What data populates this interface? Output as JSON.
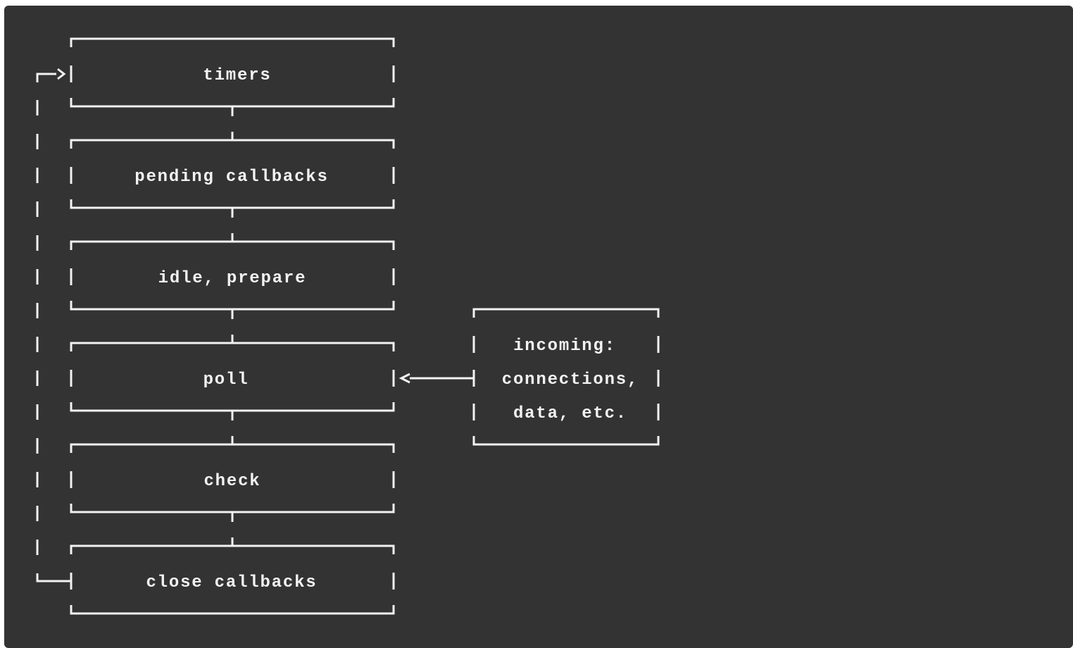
{
  "diagram": {
    "phases": [
      {
        "label": "timers"
      },
      {
        "label": "pending callbacks"
      },
      {
        "label": "idle, prepare"
      },
      {
        "label": "poll"
      },
      {
        "label": "check"
      },
      {
        "label": "close callbacks"
      }
    ],
    "incoming": {
      "lines": [
        "incoming:",
        "connections,",
        "data, etc."
      ]
    },
    "colors": {
      "background": "#333333",
      "lines": "#f2f2f2"
    }
  }
}
